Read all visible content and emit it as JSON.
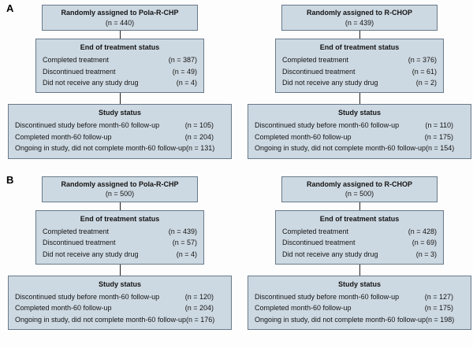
{
  "colors": {
    "box_background": "#cdd9e2",
    "box_border": "#68798a",
    "connector_line": "#222222",
    "page_background": "#fdfdfd"
  },
  "panels": [
    {
      "label": "A",
      "arms": [
        {
          "assigned_title": "Randomly assigned to Pola-R-CHP",
          "assigned_n": "(n = 440)",
          "eot_title": "End of treatment status",
          "eot_rows": [
            {
              "label": "Completed treatment",
              "value": "(n = 387)"
            },
            {
              "label": "Discontinued treatment",
              "value": "(n = 49)"
            },
            {
              "label": "Did not receive any study drug",
              "value": "(n = 4)"
            }
          ],
          "study_title": "Study status",
          "study_rows": [
            {
              "label": "Discontinued study before month-60 follow-up",
              "value": "(n = 105)"
            },
            {
              "label": "Completed month-60 follow-up",
              "value": "(n = 204)"
            },
            {
              "label": "Ongoing in study, did not complete month-60 follow-up",
              "value": "(n = 131)"
            }
          ]
        },
        {
          "assigned_title": "Randomly assigned to R-CHOP",
          "assigned_n": "(n = 439)",
          "eot_title": "End of treatment status",
          "eot_rows": [
            {
              "label": "Completed treatment",
              "value": "(n = 376)"
            },
            {
              "label": "Discontinued treatment",
              "value": "(n = 61)"
            },
            {
              "label": "Did not receive any study drug",
              "value": "(n = 2)"
            }
          ],
          "study_title": "Study status",
          "study_rows": [
            {
              "label": "Discontinued study before month-60 follow-up",
              "value": "(n = 110)"
            },
            {
              "label": "Completed month-60 follow-up",
              "value": "(n = 175)"
            },
            {
              "label": "Ongoing in study, did not complete month-60 follow-up",
              "value": "(n = 154)"
            }
          ]
        }
      ]
    },
    {
      "label": "B",
      "arms": [
        {
          "assigned_title": "Randomly assigned to Pola-R-CHP",
          "assigned_n": "(n = 500)",
          "eot_title": "End of treatment status",
          "eot_rows": [
            {
              "label": "Completed treatment",
              "value": "(n = 439)"
            },
            {
              "label": "Discontinued treatment",
              "value": "(n = 57)"
            },
            {
              "label": "Did not receive any study drug",
              "value": "(n = 4)"
            }
          ],
          "study_title": "Study status",
          "study_rows": [
            {
              "label": "Discontinued study before month-60 follow-up",
              "value": "(n = 120)"
            },
            {
              "label": "Completed month-60 follow-up",
              "value": "(n = 204)"
            },
            {
              "label": "Ongoing in study, did not complete month-60 follow-up",
              "value": "(n = 176)"
            }
          ]
        },
        {
          "assigned_title": "Randomly assigned to R-CHOP",
          "assigned_n": "(n = 500)",
          "eot_title": "End of treatment status",
          "eot_rows": [
            {
              "label": "Completed treatment",
              "value": "(n = 428)"
            },
            {
              "label": "Discontinued treatment",
              "value": "(n = 69)"
            },
            {
              "label": "Did not receive any study drug",
              "value": "(n = 3)"
            }
          ],
          "study_title": "Study status",
          "study_rows": [
            {
              "label": "Discontinued study before month-60 follow-up",
              "value": "(n = 127)"
            },
            {
              "label": "Completed month-60 follow-up",
              "value": "(n = 175)"
            },
            {
              "label": "Ongoing in study, did not complete month-60 follow-up",
              "value": "(n = 198)"
            }
          ]
        }
      ]
    }
  ]
}
